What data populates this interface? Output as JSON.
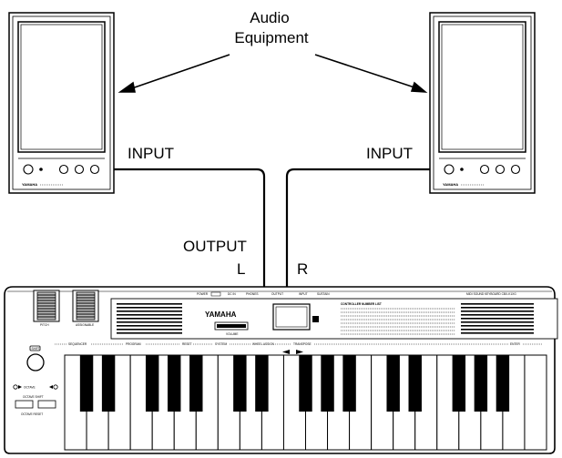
{
  "labels": {
    "audio_equipment_line1": "Audio",
    "audio_equipment_line2": "Equipment",
    "input_left": "INPUT",
    "input_right": "INPUT",
    "output": "OUTPUT",
    "channel_l": "L",
    "channel_r": "R"
  },
  "keyboard": {
    "brand": "YAMAHA",
    "model": "MIDI SOUND KEYBOARD CBX-K1XG",
    "panel_title": "CONTROLLER NUMBER LIST",
    "shift_label": "SHIFT",
    "octave_label": "OCTAVE",
    "octave_shift_label": "OCTAVE SHIFT",
    "octave_reset_label": "OCTAVE RESET",
    "pitch_label": "PITCH",
    "assignable_label": "ASSIGNABLE",
    "volume_label": "VOLUME",
    "sequencer_label": "SEQUENCER",
    "program_label": "PROGRAM",
    "reset_label": "RESET",
    "system_label": "SYSTEM",
    "wheel_assign_label": "WHEEL ASSIGN",
    "transpose_label": "TRANSPOSE",
    "enter_label": "ENTER",
    "top_labels": [
      "POWER",
      "DC IN",
      "PHONES",
      "OUTPUT",
      "INPUT",
      "SUSTAIN"
    ]
  },
  "speaker": {
    "brand": "YAMAHA"
  },
  "colors": {
    "line": "#000000",
    "fill": "#ffffff",
    "key_black": "#000000",
    "panel_gray": "#d9d9d9"
  }
}
